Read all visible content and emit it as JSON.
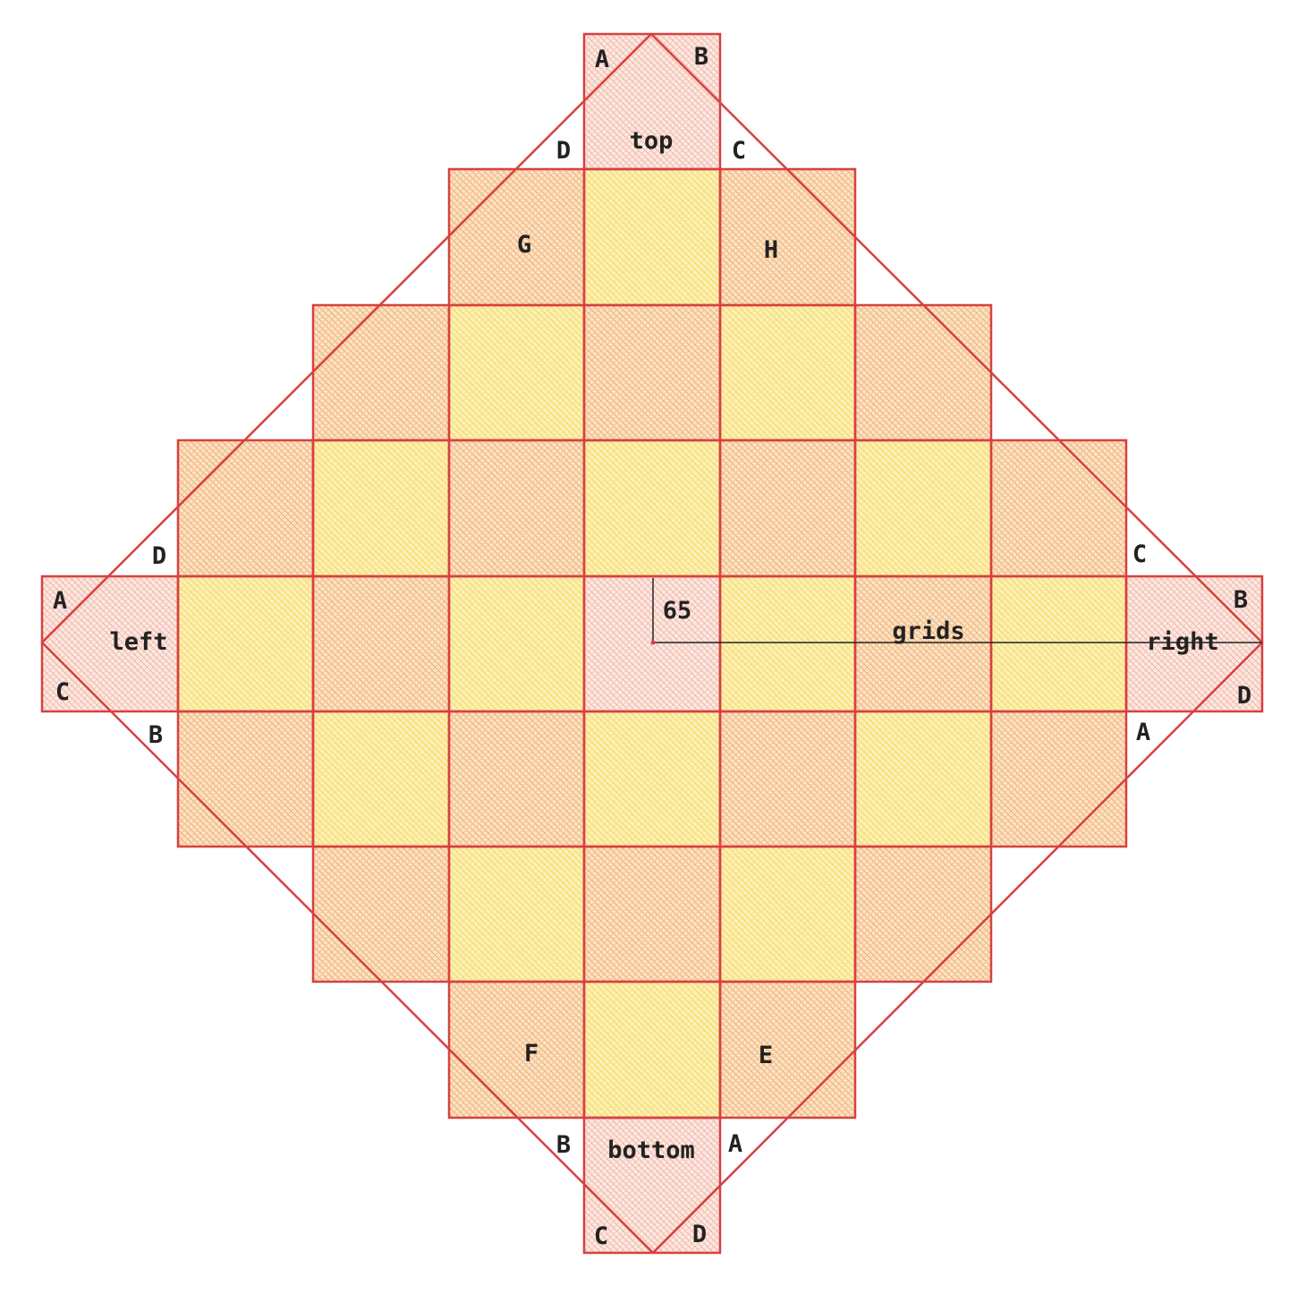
{
  "colors": {
    "outline": "#d84040",
    "text": "#222222",
    "fill_yellow": "#fdf0b8",
    "fill_peach": "#fbe0c4",
    "fill_pink": "#fbe4e4",
    "hatch_yellow": "#f2d64a",
    "hatch_orange": "#f0a060",
    "hatch_pink": "#ec9ab0",
    "reference_line": "#222222"
  },
  "labels": {
    "top": "top",
    "bottom": "bottom",
    "left": "left",
    "right": "right",
    "G": "G",
    "H": "H",
    "F": "F",
    "E": "E",
    "grids": "grids",
    "dimension": "65"
  },
  "corners": {
    "top": {
      "a": "A",
      "b": "B",
      "c": "C",
      "d": "D"
    },
    "right": {
      "a": "A",
      "b": "B",
      "c": "C",
      "d": "D"
    },
    "bottom": {
      "a": "A",
      "b": "B",
      "c": "C",
      "d": "D"
    },
    "left": {
      "a": "A",
      "b": "B",
      "c": "C",
      "d": "D"
    }
  }
}
